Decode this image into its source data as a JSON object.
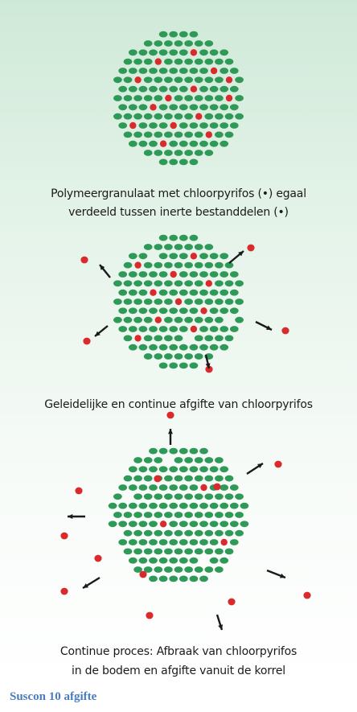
{
  "colors": {
    "background_top": "#cfe9d8",
    "background_bottom": "#ffffff",
    "inert_particle": "#2f9a57",
    "chlorpyrifos_particle": "#d92b2b",
    "arrow": "#1a1a1a",
    "footer_text": "#4a7bbd"
  },
  "panels": [
    {
      "caption_lines": [
        "Polymeergranulaat met chloorpyrifos (•) egaal",
        "verdeeld tussen inerte bestanddelen (•)"
      ]
    },
    {
      "caption_lines": [
        "Geleidelijke en continue afgifte van chloorpyrifos"
      ]
    },
    {
      "caption_lines": [
        "Continue proces: Afbraak van chloorpyrifos",
        "in de bodem en afgifte vanuit de korrel"
      ]
    }
  ],
  "footer": {
    "caption": "Suscon 10 afgifte"
  }
}
